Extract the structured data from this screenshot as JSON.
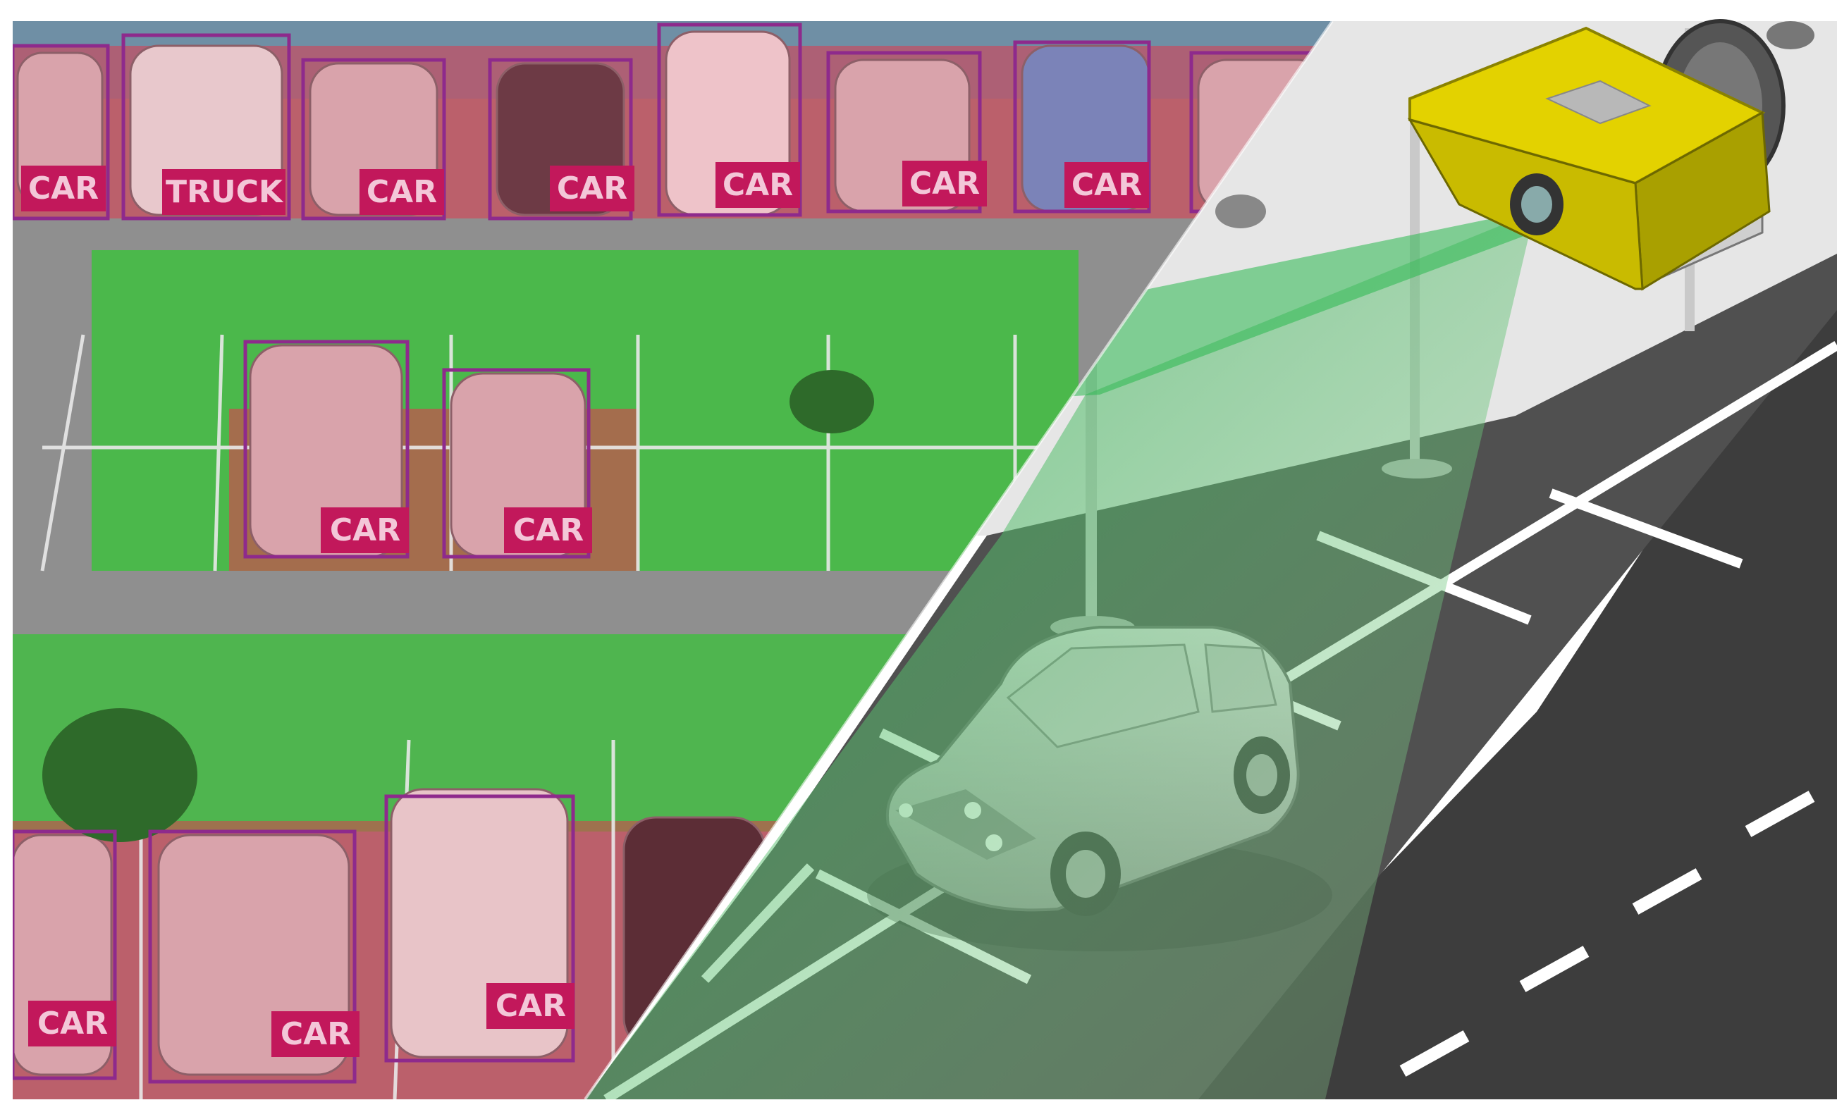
{
  "scene": {
    "colors": {
      "occupied_overlay": "#e03b4f",
      "free_overlay": "#39c23a",
      "label_bg": "#c2185b",
      "label_text": "#f3c7d8",
      "box_outline": "#8e2a8c",
      "camera_body": "#d9cc00",
      "road": "#3d3d3d",
      "lane_marking": "#ffffff",
      "camera_beam": "#27b34f"
    },
    "detections": {
      "top_row": [
        {
          "label": "CAR"
        },
        {
          "label": "TRUCK"
        },
        {
          "label": "CAR"
        },
        {
          "label": "CAR"
        },
        {
          "label": "CAR"
        },
        {
          "label": "CAR"
        },
        {
          "label": "CAR"
        }
      ],
      "middle_row": [
        {
          "label": "CAR"
        },
        {
          "label": "CAR"
        }
      ],
      "bottom_row": [
        {
          "label": "CAR"
        },
        {
          "label": "CAR"
        },
        {
          "label": "CAR"
        }
      ]
    },
    "icons": {
      "camera": "parking-camera-icon",
      "car": "car-icon"
    }
  }
}
